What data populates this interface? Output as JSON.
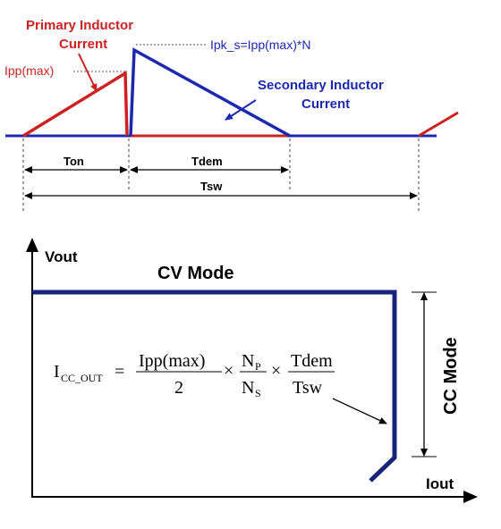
{
  "waveform": {
    "primary_label_line1": "Primary Inductor",
    "primary_label_line2": "Current",
    "ipp_label": "Ipp(max)",
    "ipk_label": "Ipk_s=Ipp(max)*N",
    "secondary_label_line1": "Secondary Inductor",
    "secondary_label_line2": "Current",
    "ton_label": "Ton",
    "tdem_label": "Tdem",
    "tsw_label": "Tsw",
    "colors": {
      "primary": "#cc2222",
      "secondary": "#1c28b0"
    }
  },
  "output": {
    "y_axis_label": "Vout",
    "x_axis_label": "Iout",
    "cv_mode_label": "CV Mode",
    "cc_mode_label": "CC Mode",
    "curve_color": "#1a2379"
  },
  "formula": {
    "lhs_main": "I",
    "lhs_sub": "CC_OUT",
    "equals": "=",
    "f1_num": "Ipp(max)",
    "f1_den": "2",
    "times1": "×",
    "f2_num_main": "N",
    "f2_num_sub": "P",
    "f2_den_main": "N",
    "f2_den_sub": "S",
    "times2": "×",
    "f3_num": "Tdem",
    "f3_den": "Tsw"
  }
}
